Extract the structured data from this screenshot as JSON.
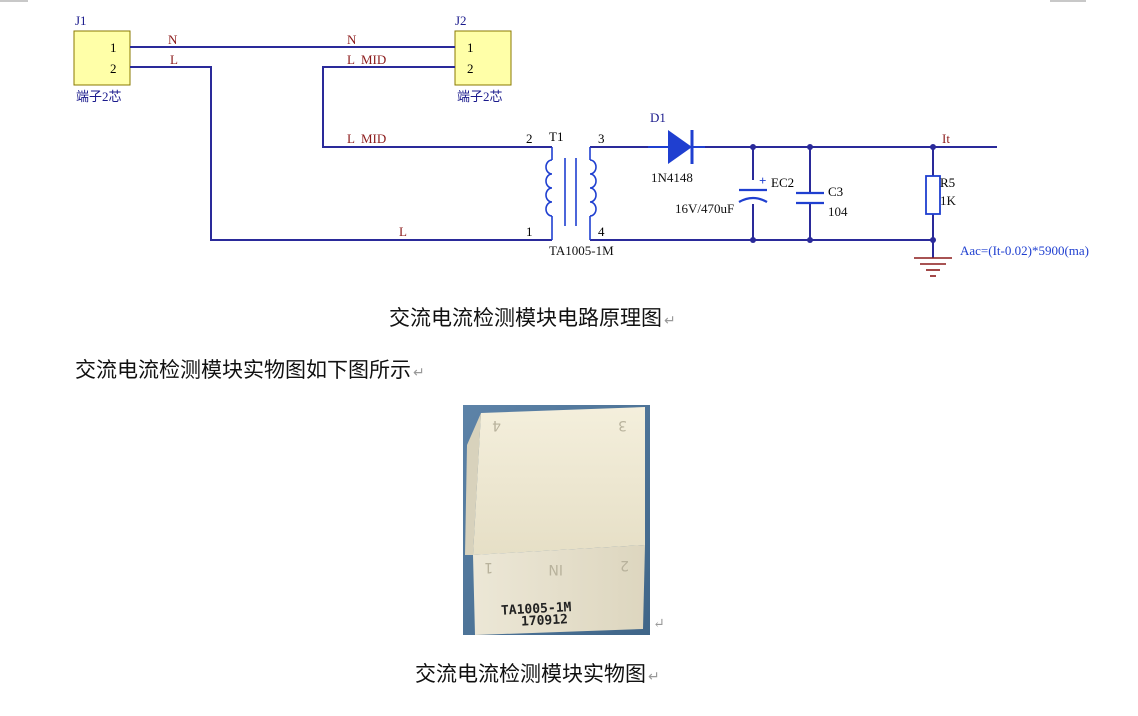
{
  "schematic": {
    "j1": {
      "ref": "J1",
      "pin1": "1",
      "pin2": "2",
      "name": "端子2芯"
    },
    "j2": {
      "ref": "J2",
      "pin1": "1",
      "pin2": "2",
      "name": "端子2芯"
    },
    "net_n_left": "N",
    "net_l_left": "L",
    "net_n_right": "N",
    "net_lmid_right": "L  MID",
    "net_lmid_t1": "L  MID",
    "net_l_bottom": "L",
    "t1": {
      "ref": "T1",
      "pin1": "1",
      "pin2": "2",
      "pin3": "3",
      "pin4": "4",
      "part": "TA1005-1M"
    },
    "d1": {
      "ref": "D1",
      "part": "1N4148"
    },
    "ec2": {
      "ref": "EC2",
      "value": "16V/470uF",
      "plus": "+"
    },
    "c3": {
      "ref": "C3",
      "value": "104"
    },
    "r5": {
      "ref": "R5",
      "value": "1K"
    },
    "net_it": "It",
    "formula": "Aac=(It-0.02)*5900(ma)",
    "colors": {
      "wire": "#2a2a9a",
      "ref": "#1a1a8c",
      "net": "#8b1a1a",
      "pin": "#000000",
      "part": "#111111",
      "part_fill": "#ffffa8",
      "component": "#1f3fd0"
    }
  },
  "captions": {
    "schematic_caption": "交流电流检测模块电路原理图",
    "intro_line": "交流电流检测模块实物图如下图所示",
    "photo_caption": "交流电流检测模块实物图",
    "return_mark": "↵"
  },
  "photo": {
    "label_model": "TA1005-1M",
    "label_date": "170912",
    "pin_1": "1",
    "pin_2": "2",
    "pin_3": "3",
    "pin_4": "4",
    "marking": "IN"
  }
}
